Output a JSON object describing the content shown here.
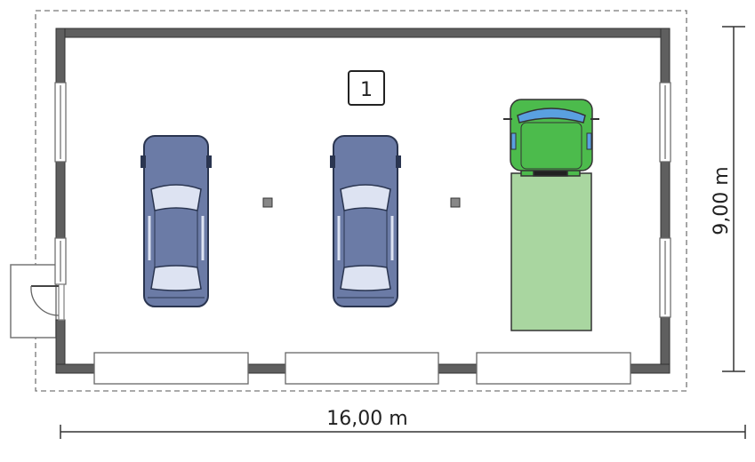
{
  "plan": {
    "room_number": "1",
    "width_label": "16,00 m",
    "depth_label": "9,00 m"
  },
  "colors": {
    "wall": "#5f5f5f",
    "car_body": "#6b7ba6",
    "car_outline": "#2a3550",
    "car_glass": "#dde3f2",
    "truck_cab": "#4cbb4c",
    "truck_box": "#a9d6a0",
    "truck_glass": "#5aa0e0"
  }
}
